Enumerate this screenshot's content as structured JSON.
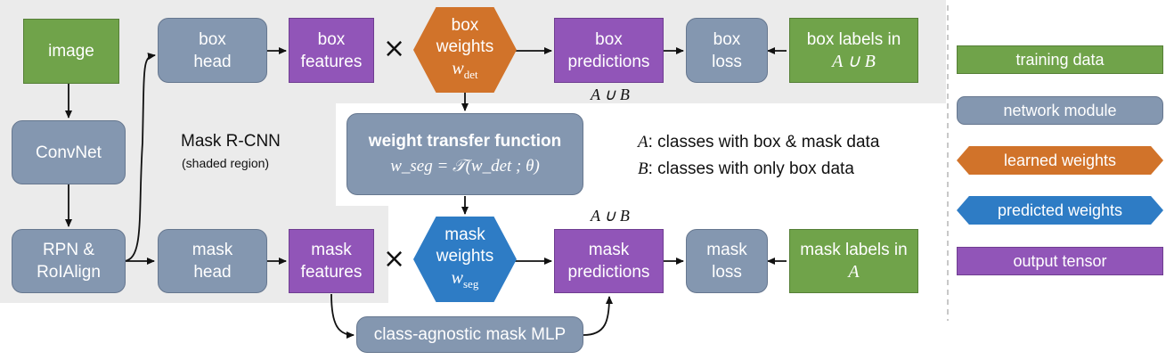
{
  "nodes": {
    "image": "image",
    "convnet": "ConvNet",
    "rpn": [
      "RPN &",
      "RoIAlign"
    ],
    "box_head": [
      "box",
      "head"
    ],
    "mask_head": [
      "mask",
      "head"
    ],
    "box_features": [
      "box",
      "features"
    ],
    "mask_features": [
      "mask",
      "features"
    ],
    "box_weights": [
      "box",
      "weights"
    ],
    "mask_weights": [
      "mask",
      "weights"
    ],
    "box_weights_symbol": {
      "w": "w",
      "sub": "det"
    },
    "mask_weights_symbol": {
      "w": "w",
      "sub": "seg"
    },
    "box_predictions": [
      "box",
      "predictions"
    ],
    "mask_predictions": [
      "mask",
      "predictions"
    ],
    "box_loss": [
      "box",
      "loss"
    ],
    "mask_loss": [
      "mask",
      "loss"
    ],
    "box_labels": [
      "box labels in",
      "A ∪ B"
    ],
    "mask_labels": [
      "mask labels in",
      "A"
    ],
    "transfer_title": "weight transfer function",
    "transfer_formula": "w_seg = 𝒯(w_det ; θ)",
    "mlp": "class-agnostic mask MLP"
  },
  "texts": {
    "mask_rcnn": "Mask R-CNN",
    "shaded_region": "(shaded region)",
    "set_box": "A ∪ B",
    "set_mask": "A ∪ B",
    "times": "×",
    "def_a": {
      "symbol": "A",
      "text": ": classes with box & mask data"
    },
    "def_b": {
      "symbol": "B",
      "text": ": classes with only box data"
    }
  },
  "legend": [
    {
      "label": "training data",
      "kind": "green"
    },
    {
      "label": "network module",
      "kind": "gray"
    },
    {
      "label": "learned weights",
      "kind": "orange-hex"
    },
    {
      "label": "predicted weights",
      "kind": "blue-hex"
    },
    {
      "label": "output tensor",
      "kind": "purple"
    }
  ],
  "colors": {
    "training_data": "#70a34a",
    "network_module": "#8497b0",
    "learned_weights": "#d1732a",
    "predicted_weights": "#2e7cc5",
    "output_tensor": "#9155b8",
    "shaded_region": "#ebebeb"
  }
}
